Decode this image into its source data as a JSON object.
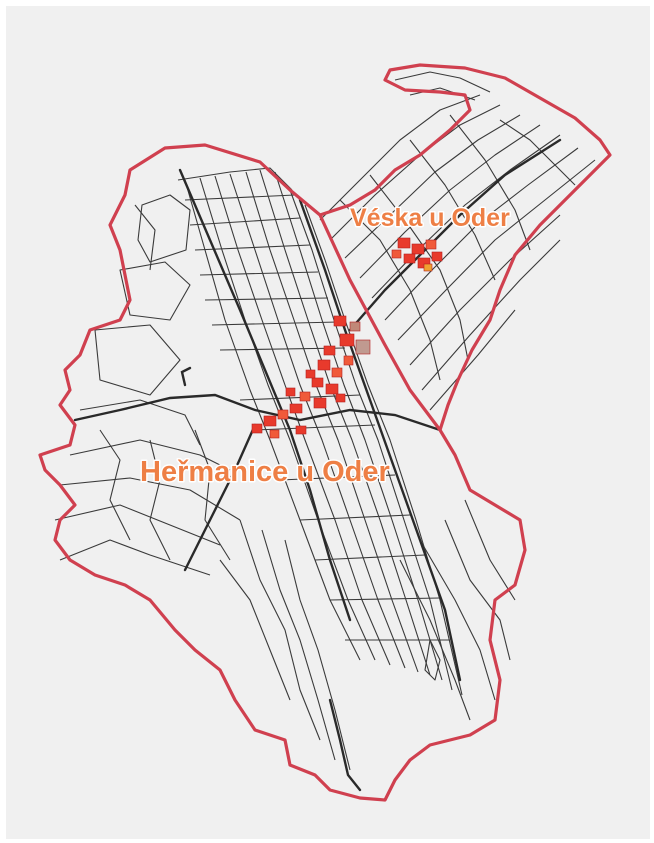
{
  "map": {
    "labels": [
      {
        "key": "veska",
        "text": "Véska u Oder"
      },
      {
        "key": "hermanice",
        "text": "Heřmanice u Oder"
      }
    ]
  },
  "colors": {
    "background": "#f0f0f0",
    "boundary": "#d0404f",
    "parcel_lines": "#3a3a3a",
    "buildings": "#e83a2c",
    "label": "#ee7f45"
  }
}
